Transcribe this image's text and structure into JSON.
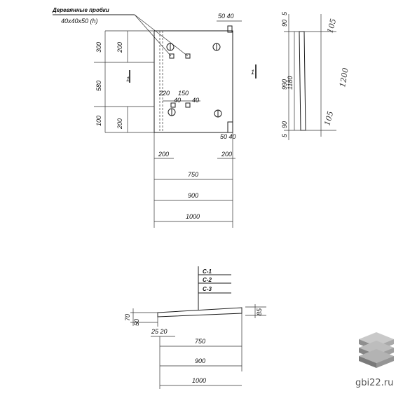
{
  "title_note": {
    "line1": "Деревянные пробки",
    "line2": "40х40х50 (h)"
  },
  "front_view": {
    "top_right_dim": "50 40",
    "bottom_right_dim": "50 40",
    "left_dims": [
      "300",
      "200",
      "580",
      "100",
      "200"
    ],
    "section_label": "1",
    "hole_dims": {
      "a": "220",
      "b": "150",
      "c": "40",
      "d": "40"
    },
    "bottom_dims": [
      "200",
      "200",
      "750",
      "900",
      "1000"
    ]
  },
  "side_view": {
    "dims": [
      "90",
      "5",
      "1180",
      "990",
      "90",
      "5"
    ],
    "hand_notes": [
      "105",
      "1200",
      "105"
    ]
  },
  "section_view": {
    "marks": [
      "С-1",
      "С-2",
      "С-3"
    ],
    "left_dims": [
      "70",
      "50"
    ],
    "right_dim": "85",
    "small_dim": "25 20",
    "bottom_dims": [
      "750",
      "900",
      "1000"
    ]
  },
  "watermark": {
    "text": "gbi22.ru"
  }
}
